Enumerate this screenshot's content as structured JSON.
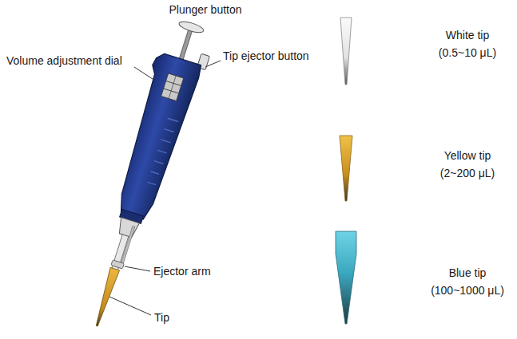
{
  "diagram": {
    "labels": [
      "Plunger button",
      "Volume adjustment dial",
      "Tip ejector button",
      "White tip",
      "(0.5~10 μL)",
      "Yellow tip",
      "(2~200 μL)",
      "Ejector arm",
      "Blue tip",
      "(100~1000 μL)",
      "Tip"
    ]
  }
}
